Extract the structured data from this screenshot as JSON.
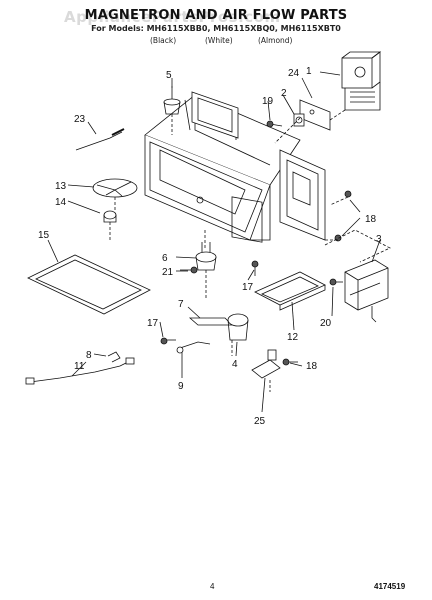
{
  "header": {
    "title": "MAGNETRON AND AIR FLOW PARTS",
    "watermark": "AppliancePartsPros.com",
    "model_line": "For Models: MH6115XBB0, MH6115XBQ0, MH6115XBT0",
    "variants": [
      "(Black)",
      "(White)",
      "(Almond)"
    ]
  },
  "parts": {
    "p1": "1",
    "p2": "2",
    "p3": "3",
    "p4": "4",
    "p5": "5",
    "p6": "6",
    "p7": "7",
    "p8": "8",
    "p9": "9",
    "p11": "11",
    "p12": "12",
    "p13": "13",
    "p14": "14",
    "p15": "15",
    "p17a": "17",
    "p17b": "17",
    "p18a": "18",
    "p18b": "18",
    "p19": "19",
    "p20": "20",
    "p21": "21",
    "p23": "23",
    "p24": "24",
    "p25": "25"
  },
  "footer": {
    "page_number": "4",
    "doc_code": "4174519"
  }
}
